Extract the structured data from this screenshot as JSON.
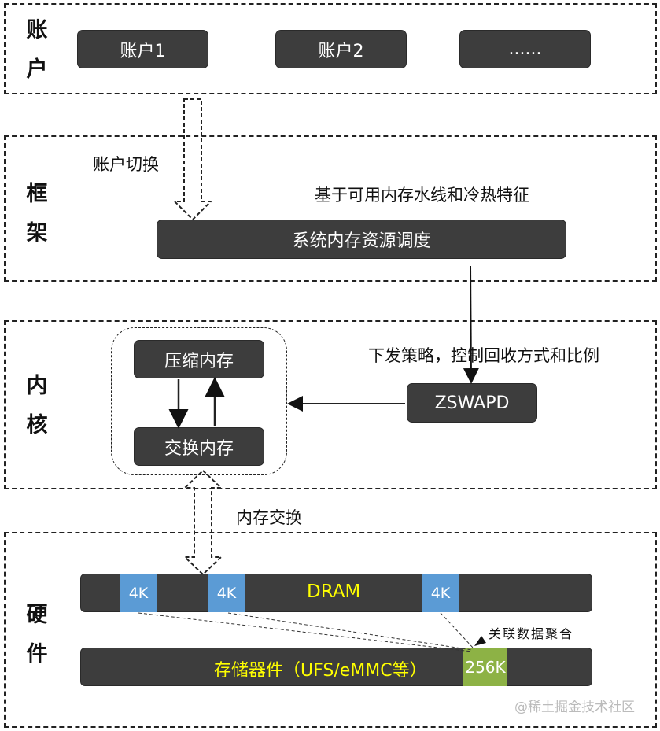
{
  "layers": {
    "account": {
      "label": "账户",
      "boxes": [
        "账户1",
        "账户2",
        "......"
      ]
    },
    "framework": {
      "label": "框架",
      "note": "基于可用内存水线和冷热特征",
      "box": "系统内存资源调度"
    },
    "kernel": {
      "label": "内核",
      "note": "下发策略，控制回收方式和比例",
      "compress": "压缩内存",
      "swap": "交换内存",
      "zswapd": "ZSWAPD"
    },
    "hardware": {
      "label": "硬件",
      "dram": "DRAM",
      "chips": [
        "4K",
        "4K",
        "4K"
      ],
      "storage": "存储器件（UFS/eMMC等）",
      "block": "256K",
      "aggregate": "关联数据聚合"
    }
  },
  "arrows": {
    "account_switch": "账户切换",
    "memory_swap": "内存交换"
  },
  "watermark": "@稀土掘金技术社区",
  "colors": {
    "box": "#3d3d3d",
    "chip": "#5b9bd5",
    "block": "#8db245",
    "highlight_text": "#ffff00"
  }
}
